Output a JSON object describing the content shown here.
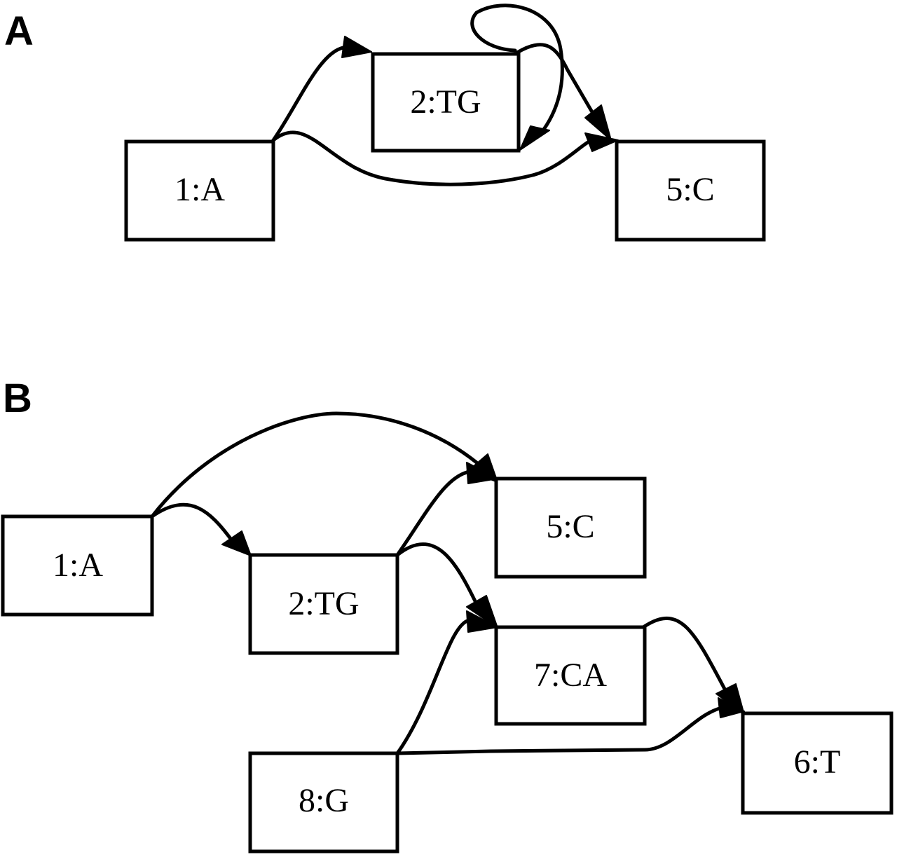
{
  "panels": [
    {
      "id": "A",
      "letter": "A",
      "nodes": [
        {
          "id": "n1",
          "label": "1:A"
        },
        {
          "id": "n2",
          "label": "2:TG"
        },
        {
          "id": "n5",
          "label": "5:C"
        }
      ],
      "edges": [
        {
          "id": "e-1-2",
          "from": "1:A",
          "to": "2:TG"
        },
        {
          "id": "e-1-5",
          "from": "1:A",
          "to": "5:C"
        },
        {
          "id": "e-2-2",
          "from": "2:TG",
          "to": "2:TG"
        },
        {
          "id": "e-2-5",
          "from": "2:TG",
          "to": "5:C"
        }
      ]
    },
    {
      "id": "B",
      "letter": "B",
      "nodes": [
        {
          "id": "n1",
          "label": "1:A"
        },
        {
          "id": "n2",
          "label": "2:TG"
        },
        {
          "id": "n5",
          "label": "5:C"
        },
        {
          "id": "n7",
          "label": "7:CA"
        },
        {
          "id": "n8",
          "label": "8:G"
        },
        {
          "id": "n6",
          "label": "6:T"
        }
      ],
      "edges": [
        {
          "id": "e-1-5",
          "from": "1:A",
          "to": "5:C"
        },
        {
          "id": "e-1-2",
          "from": "1:A",
          "to": "2:TG"
        },
        {
          "id": "e-2-5",
          "from": "2:TG",
          "to": "5:C"
        },
        {
          "id": "e-2-7",
          "from": "2:TG",
          "to": "7:CA"
        },
        {
          "id": "e-7-6",
          "from": "7:CA",
          "to": "6:T"
        },
        {
          "id": "e-8-7",
          "from": "8:G",
          "to": "7:CA"
        },
        {
          "id": "e-8-6",
          "from": "8:G",
          "to": "6:T"
        }
      ]
    }
  ]
}
